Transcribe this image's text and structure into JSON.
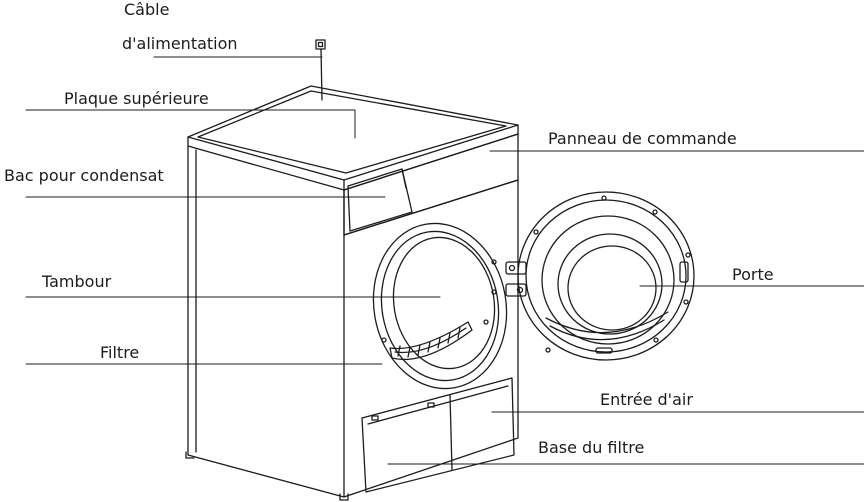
{
  "labels": {
    "cable_line1": "Câble",
    "cable_line2": "d'alimentation",
    "plaque": "Plaque supérieure",
    "bac": "Bac pour condensat",
    "panneau": "Panneau de commande",
    "tambour": "Tambour",
    "filtre": "Filtre",
    "porte": "Porte",
    "entree": "Entrée d'air",
    "base": "Base du filtre"
  },
  "colors": {
    "line": "#1c1c1c",
    "background": "#ffffff"
  }
}
